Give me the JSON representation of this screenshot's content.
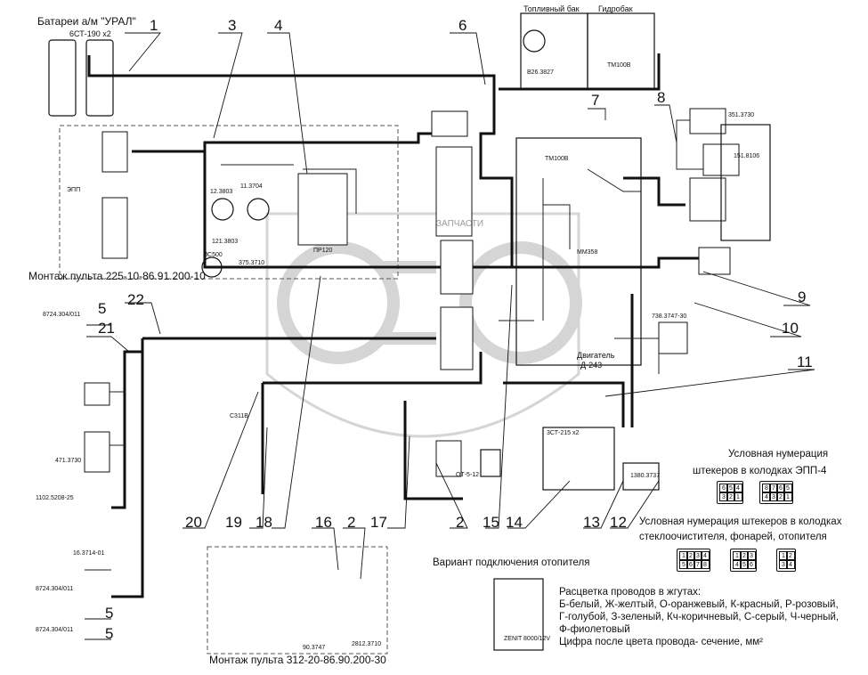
{
  "title_battery": "Батареи а/м \"УРАЛ\"",
  "battery_type": "6СТ-190 x2",
  "panel1_title": "Монтаж пульта 225-10-86.91.200-10",
  "panel2_title": "Монтаж пульта 312-20-86.90.200-30",
  "fuel_tank": "Топливный бак",
  "hydro_tank": "Гидробак",
  "sensors": {
    "fuel": "В26.3827",
    "hydro": "ТМ100В",
    "engine_temp": "ТМ100В",
    "mm": "ММ358"
  },
  "engine": [
    "Двигатель",
    "Д-243"
  ],
  "battery2": "3СТ-215 x2",
  "relay_block": "ПР120",
  "gauge": "ПС500",
  "epp": "ЭПП",
  "horn": "С311В",
  "heater": "ZENIT 8000/12V",
  "parts": [
    "351.3730",
    "151.8106",
    "738.3747-30",
    "1380.3737",
    "8724.304/011",
    "471.3730",
    "1102.5208-25",
    "16.3714-01",
    "2812.3710",
    "90.3747",
    "ОТ-5-12",
    "12.3803",
    "11.3704",
    "121.3803",
    "375.3710"
  ],
  "callouts": [
    "1",
    "2",
    "3",
    "4",
    "5",
    "6",
    "7",
    "8",
    "9",
    "10",
    "11",
    "12",
    "13",
    "14",
    "15",
    "16",
    "17",
    "18",
    "19",
    "20",
    "21",
    "22"
  ],
  "epp_numbering": [
    "Условная нумерация",
    "штекеров в колодках ЭПП-4"
  ],
  "wiper_numbering": [
    "Условная нумерация штекеров в колодках",
    "стеклоочистителя, фонарей, отопителя"
  ],
  "heater_variant": "Вариант подключения отопителя",
  "legend": [
    "Расцветка проводов в жгутах:",
    "Б-белый, Ж-желтый, О-оранжевый, К-красный, Р-розовый,",
    "Г-голубой, З-зеленый, Кч-коричневый, С-серый, Ч-черный,",
    "Ф-фиолетовый",
    "Цифра после цвета провода- сечение, мм²"
  ],
  "watermark": "ЗАПЧАСТИ"
}
